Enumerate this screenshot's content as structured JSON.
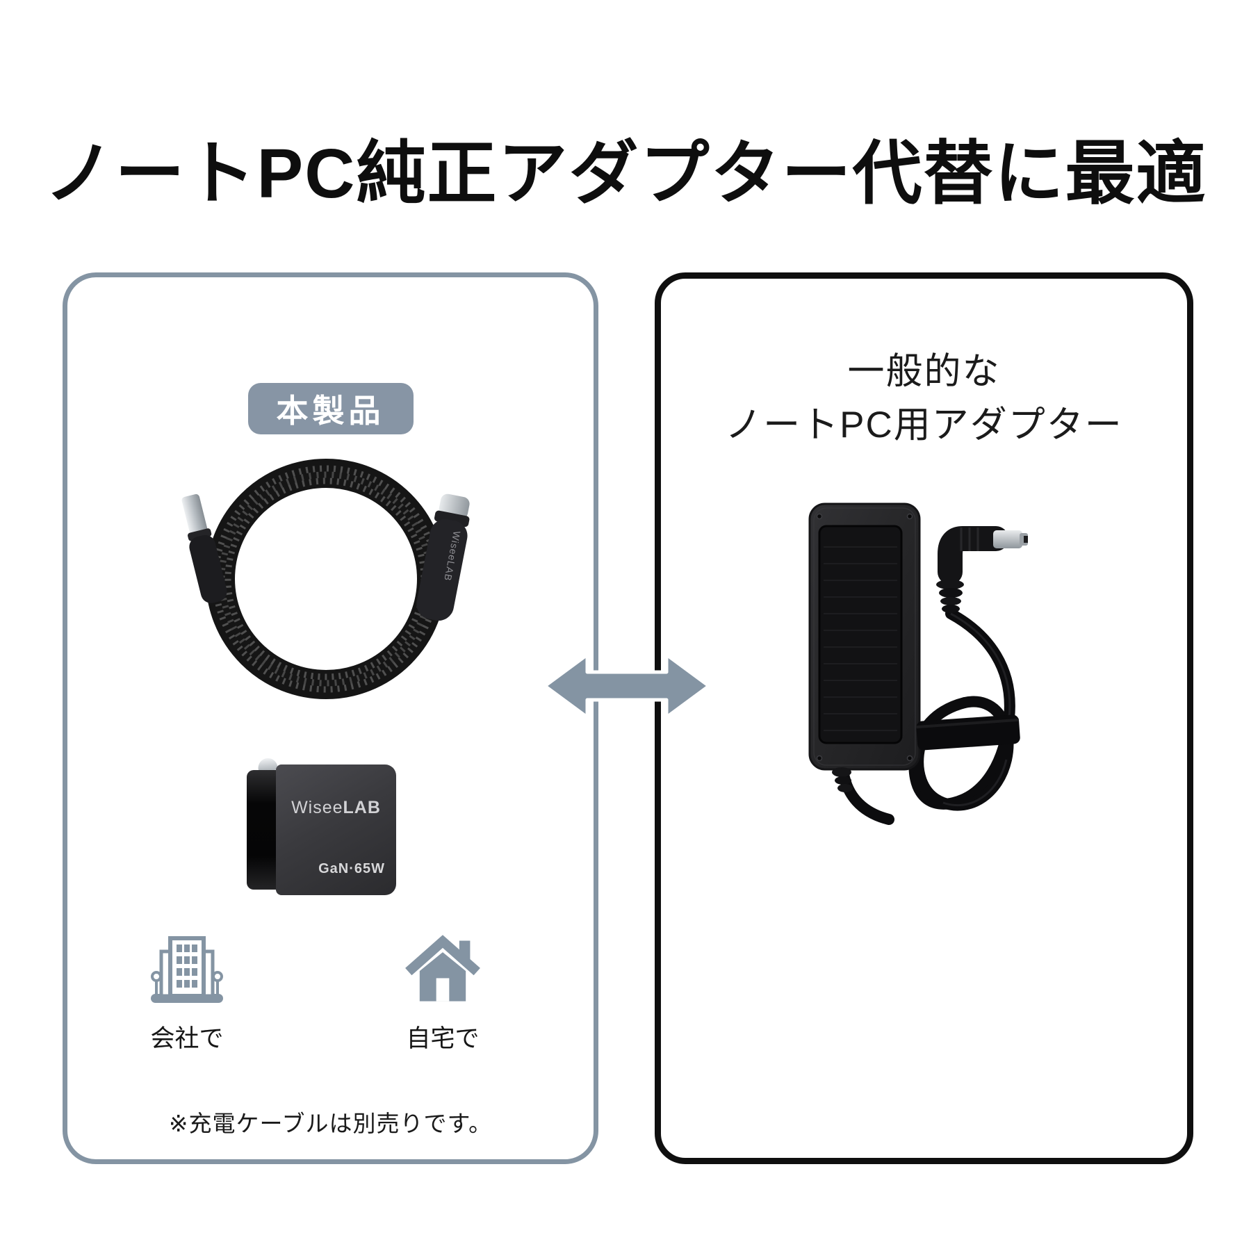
{
  "page": {
    "title": "ノートPC純正アダプター代替に最適"
  },
  "colors": {
    "accent_slate": "#8494a3",
    "left_panel_border": "#8494a3",
    "right_panel_border": "#0f0f0f",
    "badge_background": "#8795a5",
    "badge_text": "#ffffff"
  },
  "left_panel": {
    "badge": "本製品",
    "cable_brand": "WiseeLAB",
    "charger": {
      "brand_regular": "Wisee",
      "brand_bold": "LAB",
      "wattage": "GaN·65W"
    },
    "usage": [
      {
        "icon": "office-building-icon",
        "label": "会社で"
      },
      {
        "icon": "home-icon",
        "label": "自宅で"
      }
    ],
    "note": "※充電ケーブルは別売りです。"
  },
  "comparison_arrow": {
    "icon": "double-headed-arrow-icon"
  },
  "right_panel": {
    "title_line1": "一般的な",
    "title_line2": "ノートPC用アダプター"
  }
}
